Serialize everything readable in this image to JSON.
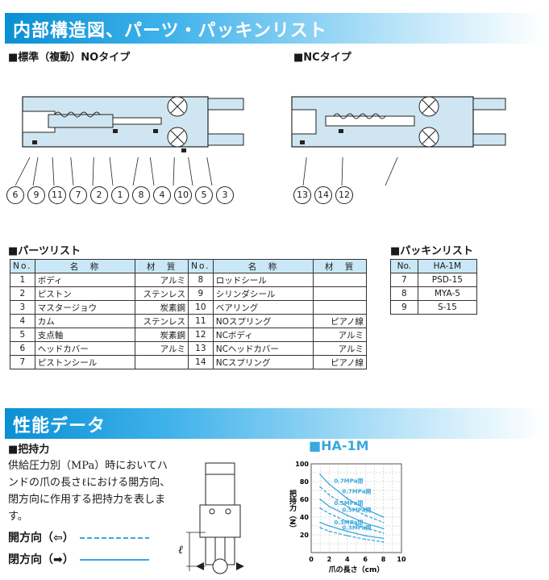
{
  "sections": {
    "structure_title": "内部構造図、パーツ・パッキンリスト",
    "performance_title": "性能データ"
  },
  "drawings": {
    "no_type_label": "■標準（複動）NOタイプ",
    "nc_type_label": "■NCタイプ",
    "no_callouts": [
      "6",
      "9",
      "11",
      "7",
      "2",
      "1",
      "8",
      "4",
      "10",
      "5",
      "3"
    ],
    "nc_callouts": [
      "13",
      "14",
      "12"
    ]
  },
  "parts": {
    "title": "■パーツリスト",
    "headers": [
      "No.",
      "名　称",
      "材　質",
      "No.",
      "名　称",
      "材　質"
    ],
    "rows": [
      [
        "1",
        "ボディ",
        "アルミ",
        "8",
        "ロッドシール",
        ""
      ],
      [
        "2",
        "ピストン",
        "ステンレス",
        "9",
        "シリンダシール",
        ""
      ],
      [
        "3",
        "マスタージョウ",
        "炭素鋼",
        "10",
        "ベアリング",
        ""
      ],
      [
        "4",
        "カム",
        "ステンレス",
        "11",
        "NOスプリング",
        "ピアノ線"
      ],
      [
        "5",
        "支点軸",
        "炭素鋼",
        "12",
        "NCボディ",
        "アルミ"
      ],
      [
        "6",
        "ヘッドカバー",
        "アルミ",
        "13",
        "NCヘッドカバー",
        "アルミ"
      ],
      [
        "7",
        "ピストンシール",
        "",
        "14",
        "NCスプリング",
        "ピアノ線"
      ]
    ]
  },
  "packing": {
    "title": "■パッキンリスト",
    "headers": [
      "No.",
      "HA-1M"
    ],
    "rows": [
      [
        "7",
        "PSD-15"
      ],
      [
        "8",
        "MYA-5"
      ],
      [
        "9",
        "S-15"
      ]
    ]
  },
  "grip": {
    "title": "■把持力",
    "description": "供給圧力別（MPa）時においてハンドの爪の長さℓにおける開方向、閉方向に作用する把持力を表します。",
    "open_label": "開方向（⇦）",
    "close_label": "閉方向（➡）",
    "ell": "ℓ"
  },
  "colors": {
    "accent": "#39a9e0",
    "banner": "#0a8fd4",
    "table_head": "#c9e7f6",
    "part_fill": "#cfe6f2"
  },
  "chart_data": {
    "type": "line",
    "title": "■HA-1M",
    "xlabel": "爪の長さ（cm）",
    "ylabel": "把持力（N）",
    "xlim": [
      0,
      10
    ],
    "ylim": [
      0,
      100
    ],
    "xticks": [
      0,
      2,
      4,
      6,
      8,
      10
    ],
    "yticks": [
      20,
      40,
      60,
      80,
      100
    ],
    "grid": true,
    "series": [
      {
        "name": "0.7MPa閉",
        "style": "solid",
        "x": [
          1,
          2,
          4,
          6,
          8
        ],
        "y": [
          88,
          77,
          61,
          49,
          40
        ]
      },
      {
        "name": "0.7MPa開",
        "style": "dashed",
        "x": [
          1,
          2,
          4,
          6,
          8
        ],
        "y": [
          74,
          65,
          52,
          42,
          34
        ]
      },
      {
        "name": "0.5MPa閉",
        "style": "solid",
        "x": [
          1,
          2,
          4,
          6,
          8
        ],
        "y": [
          60,
          52,
          42,
          33,
          27
        ]
      },
      {
        "name": "0.5MPa開",
        "style": "dashed",
        "x": [
          1,
          2,
          4,
          6,
          8
        ],
        "y": [
          50,
          44,
          35,
          28,
          22
        ]
      },
      {
        "name": "0.3MPa閉",
        "style": "solid",
        "x": [
          1,
          2,
          4,
          6,
          8
        ],
        "y": [
          34,
          30,
          24,
          19,
          16
        ]
      },
      {
        "name": "0.3MPa開",
        "style": "dashed",
        "x": [
          1,
          2,
          4,
          6,
          8
        ],
        "y": [
          28,
          24,
          19,
          15,
          12
        ]
      }
    ]
  }
}
